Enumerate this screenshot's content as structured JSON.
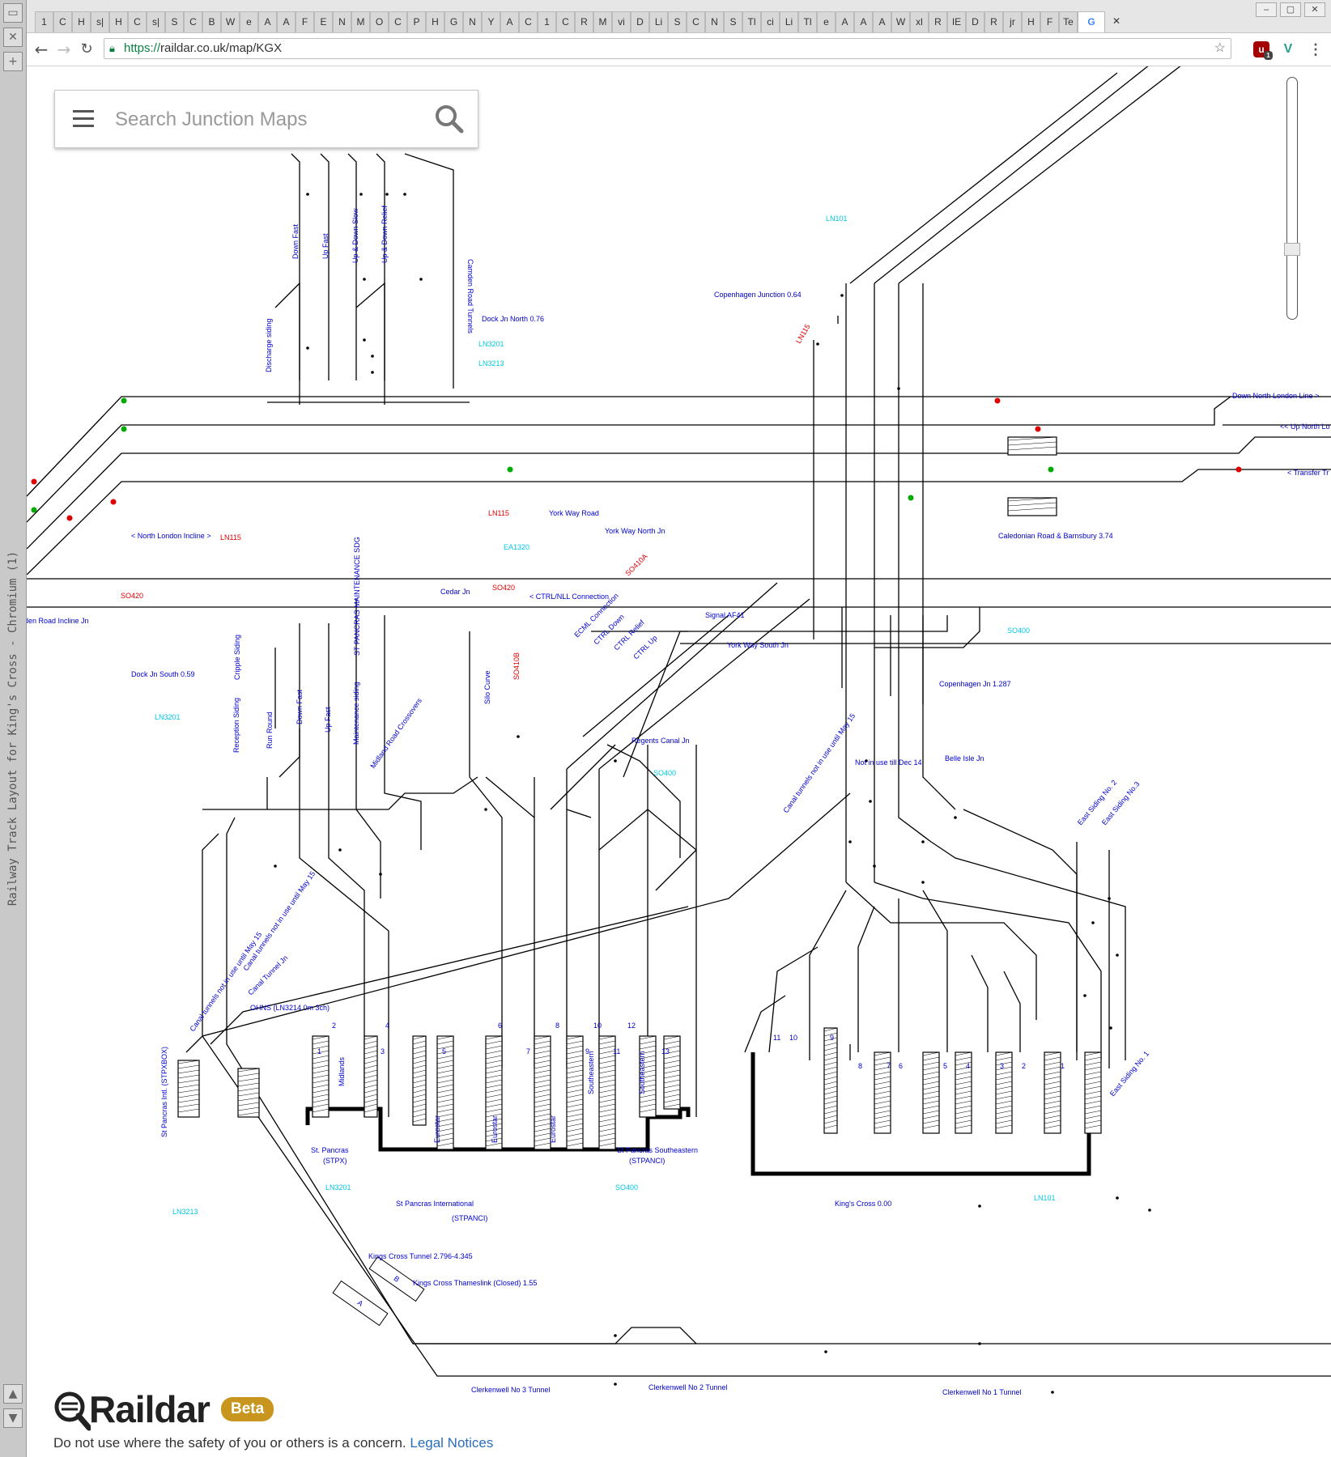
{
  "wm": {
    "title": "Railway Track Layout for King's Cross - Chromium (1)",
    "top_icons": [
      "window-icon",
      "close-x-icon",
      "plus-icon"
    ],
    "bottom_icons": [
      "arrow-up-icon",
      "arrow-down-icon"
    ]
  },
  "browser": {
    "tabs": [
      "1",
      "C",
      "H",
      "s|",
      "H",
      "C",
      "s|",
      "S",
      "C",
      "B",
      "W",
      "e",
      "A",
      "A",
      "F",
      "E",
      "N",
      "M",
      "O",
      "C",
      "P",
      "H",
      "G",
      "N",
      "Y",
      "A",
      "C",
      "1",
      "C",
      "R",
      "M",
      "vi",
      "D",
      "Li",
      "S",
      "C",
      "N",
      "S",
      "Tl",
      "ci",
      "Li",
      "Tl",
      "e",
      "A",
      "A",
      "A",
      "W",
      "xl",
      "R",
      "IE",
      "D",
      "R",
      "jr",
      "H",
      "F",
      "Te",
      ""
    ],
    "active_tab_index": 56,
    "url_scheme": "https://",
    "url_rest": "raildar.co.uk/map/KGX",
    "ext_badge": "1"
  },
  "search": {
    "placeholder": "Search Junction Maps"
  },
  "zoom": {
    "level_fraction": 0.72
  },
  "brand": {
    "name": "Raildar",
    "badge": "Beta"
  },
  "footer": {
    "disclaimer": "Do not use where the safety of you or others is a concern.",
    "legal_link": "Legal Notices"
  },
  "map": {
    "labels": [
      {
        "t": "Down Fast",
        "c": "blue",
        "r": true
      },
      {
        "t": "Up Fast",
        "c": "blue",
        "r": true
      },
      {
        "t": "Up & Down Slow",
        "c": "blue",
        "r": true
      },
      {
        "t": "Up & Down Relief",
        "c": "blue",
        "r": true
      },
      {
        "t": "Camden Road Tunnels",
        "c": "blue",
        "r": "cw"
      },
      {
        "t": "Dock Jn North 0.76",
        "c": "blue"
      },
      {
        "t": "LN3201",
        "c": "cyan"
      },
      {
        "t": "LN3213",
        "c": "cyan"
      },
      {
        "t": "LN101",
        "c": "cyan"
      },
      {
        "t": "Copenhagen Junction 0.64",
        "c": "blue"
      },
      {
        "t": "LN115",
        "c": "red",
        "r": true
      },
      {
        "t": "Discharge siding",
        "c": "blue",
        "r": true
      },
      {
        "t": "Down North London Line >",
        "c": "blue"
      },
      {
        "t": "<< Up North Lo",
        "c": "blue"
      },
      {
        "t": "< Transfer Tr",
        "c": "blue"
      },
      {
        "t": "LN115",
        "c": "red"
      },
      {
        "t": "York Way Road",
        "c": "blue"
      },
      {
        "t": "York Way North Jn",
        "c": "blue"
      },
      {
        "t": "< North London Incline >",
        "c": "blue"
      },
      {
        "t": "LN115",
        "c": "red"
      },
      {
        "t": "EA1320",
        "c": "cyan"
      },
      {
        "t": "Caledonian Road & Barnsbury 3.74",
        "c": "blue"
      },
      {
        "t": "SO420",
        "c": "red"
      },
      {
        "t": "SO420",
        "c": "red"
      },
      {
        "t": "SO410A",
        "c": "red",
        "r": true
      },
      {
        "t": "Cedar Jn",
        "c": "blue"
      },
      {
        "t": "< CTRL/NLL Connection",
        "c": "blue"
      },
      {
        "t": "den Road Incline Jn",
        "c": "blue"
      },
      {
        "t": "Signal AF41",
        "c": "blue"
      },
      {
        "t": "SO400",
        "c": "cyan"
      },
      {
        "t": "York Way South Jn",
        "c": "blue"
      },
      {
        "t": "ECML Connection",
        "c": "blue",
        "r": true
      },
      {
        "t": "CTRL Down",
        "c": "blue",
        "r": true
      },
      {
        "t": "CTRL Relief",
        "c": "blue",
        "r": true
      },
      {
        "t": "CTRL Up",
        "c": "blue",
        "r": true
      },
      {
        "t": "ST PANCRAS MAINTENANCE SDG",
        "c": "blue",
        "r": true
      },
      {
        "t": "Cripple Siding",
        "c": "blue",
        "r": true
      },
      {
        "t": "Dock Jn South 0.59",
        "c": "blue"
      },
      {
        "t": "LN3201",
        "c": "cyan"
      },
      {
        "t": "SO410B",
        "c": "red",
        "r": true
      },
      {
        "t": "Silo Curve",
        "c": "blue",
        "r": true
      },
      {
        "t": "Copenhagen Jn 1.287",
        "c": "blue"
      },
      {
        "t": "Reception Siding",
        "c": "blue",
        "r": true
      },
      {
        "t": "Run Round",
        "c": "blue",
        "r": true
      },
      {
        "t": "Down Fast",
        "c": "blue",
        "r": true
      },
      {
        "t": "Up Fast",
        "c": "blue",
        "r": true
      },
      {
        "t": "Maintenance siding",
        "c": "blue",
        "r": true
      },
      {
        "t": "Midland Road Crossovers",
        "c": "blue",
        "r": true
      },
      {
        "t": "Regents Canal Jn",
        "c": "blue"
      },
      {
        "t": "SO400",
        "c": "cyan"
      },
      {
        "t": "Not in use till Dec 14",
        "c": "blue"
      },
      {
        "t": "Belle Isle Jn",
        "c": "blue"
      },
      {
        "t": "Canal tunnels not in use until May 15",
        "c": "blue",
        "r": true
      },
      {
        "t": "East Siding No. 2",
        "c": "blue",
        "r": true
      },
      {
        "t": "East Siding No.3",
        "c": "blue",
        "r": true
      },
      {
        "t": "Canal tunnels not in use until May 15",
        "c": "blue",
        "r": true
      },
      {
        "t": "Canal tunnels not in use until May 15",
        "c": "blue",
        "r": true
      },
      {
        "t": "Canal Tunnel Jn",
        "c": "blue",
        "r": true
      },
      {
        "t": "OHNS (LN3214 0m 3ch)",
        "c": "blue"
      },
      {
        "t": "St Pancras Intl. (STPXBOX)",
        "c": "blue",
        "r": true
      },
      {
        "t": "Midlands",
        "c": "blue",
        "r": true
      },
      {
        "t": "Eurostar",
        "c": "blue",
        "r": true
      },
      {
        "t": "Eurostar",
        "c": "blue",
        "r": true
      },
      {
        "t": "Eurostar",
        "c": "blue",
        "r": true
      },
      {
        "t": "Southeastern",
        "c": "blue",
        "r": true
      },
      {
        "t": "Southeastern",
        "c": "blue",
        "r": true
      },
      {
        "t": "East Siding No. 1",
        "c": "blue",
        "r": true
      },
      {
        "t": "St. Pancras",
        "c": "blue"
      },
      {
        "t": "(STPX)",
        "c": "blue"
      },
      {
        "t": "St Pancras Southeastern",
        "c": "blue"
      },
      {
        "t": "(STPANCI)",
        "c": "blue"
      },
      {
        "t": "LN3201",
        "c": "cyan"
      },
      {
        "t": "SO400",
        "c": "cyan"
      },
      {
        "t": "LN3213",
        "c": "cyan"
      },
      {
        "t": "St Pancras International",
        "c": "blue"
      },
      {
        "t": "(STPANCI)",
        "c": "blue"
      },
      {
        "t": "King's Cross 0.00",
        "c": "blue"
      },
      {
        "t": "LN101",
        "c": "cyan"
      },
      {
        "t": "Kings Cross Tunnel 2.796-4.345",
        "c": "blue"
      },
      {
        "t": "Kings Cross Thameslink (Closed) 1.55",
        "c": "blue"
      },
      {
        "t": "Clerkenwell No 3 Tunnel",
        "c": "blue"
      },
      {
        "t": "Clerkenwell No 2 Tunnel",
        "c": "blue"
      },
      {
        "t": "Clerkenwell No 1 Tunnel",
        "c": "blue"
      }
    ],
    "platform_numbers": [
      "1",
      "2",
      "3",
      "4",
      "5",
      "6",
      "7",
      "8",
      "9",
      "10",
      "11",
      "12",
      "13"
    ],
    "kx_platform_numbers": [
      "11",
      "10",
      "9",
      "8",
      "7",
      "6",
      "5",
      "4",
      "3",
      "2",
      "1"
    ],
    "tunnel_letters": [
      "A",
      "B"
    ],
    "colors": {
      "track": "#000000",
      "label": "#0000cc",
      "elr": "#00c8e6",
      "signal_red": "#e00000",
      "signal_green": "#00aa00"
    }
  }
}
